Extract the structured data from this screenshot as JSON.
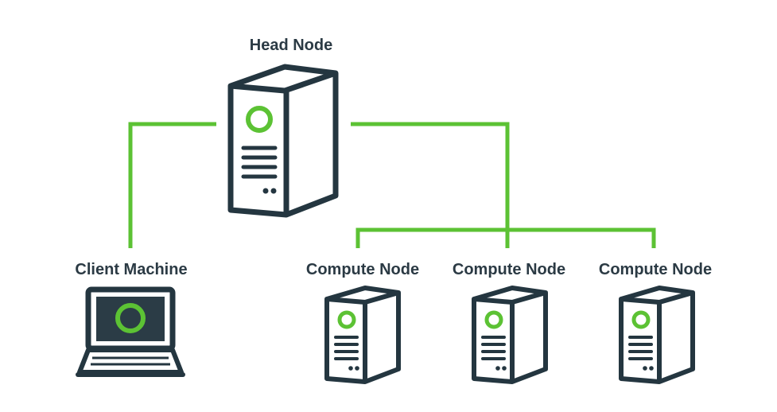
{
  "colors": {
    "outline": "#243640",
    "connector": "#5cc234",
    "logo_green": "#5cc234",
    "screen": "#2b3c46"
  },
  "nodes": {
    "head": {
      "label": "Head Node",
      "icon": "server-icon"
    },
    "client": {
      "label": "Client Machine",
      "icon": "laptop-icon"
    },
    "compute": [
      {
        "label": "Compute Node",
        "icon": "server-icon"
      },
      {
        "label": "Compute Node",
        "icon": "server-icon"
      },
      {
        "label": "Compute Node",
        "icon": "server-icon"
      }
    ]
  }
}
